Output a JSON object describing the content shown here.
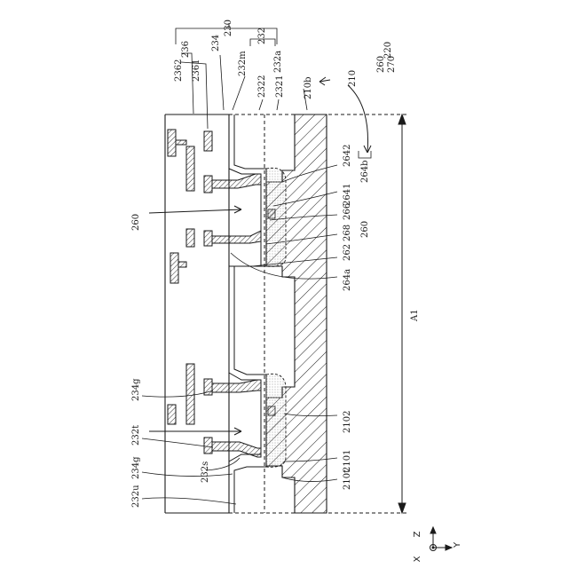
{
  "figure": {
    "labels": {
      "l230": "230",
      "l236": "236",
      "l2362": "2362",
      "l2361": "2361",
      "l234": "234",
      "l232": "232",
      "l232m": "232m",
      "l232a": "232a",
      "l2322": "2322",
      "l2321": "2321",
      "l210b": "210b",
      "l210": "210",
      "l260t": "260",
      "l270": "270",
      "l220": "220",
      "l260": "260",
      "l2642": "2642",
      "l2641": "2641",
      "l264b": "264b",
      "l266": "266",
      "l268": "268",
      "l260b": "260",
      "l262": "262",
      "l264a": "264a",
      "lA1": "A1",
      "l234g": "234g",
      "l232t": "232t",
      "l2102": "2102",
      "l234gb": "234g",
      "l232s": "232s",
      "l2101": "2101",
      "l232u": "232u",
      "l210t": "210t"
    },
    "axes": {
      "z": "Z",
      "y": "Y",
      "x": "X"
    },
    "colors": {
      "line": "#1a1a1a",
      "dots": "#8a8a8a",
      "background": "#ffffff"
    }
  }
}
